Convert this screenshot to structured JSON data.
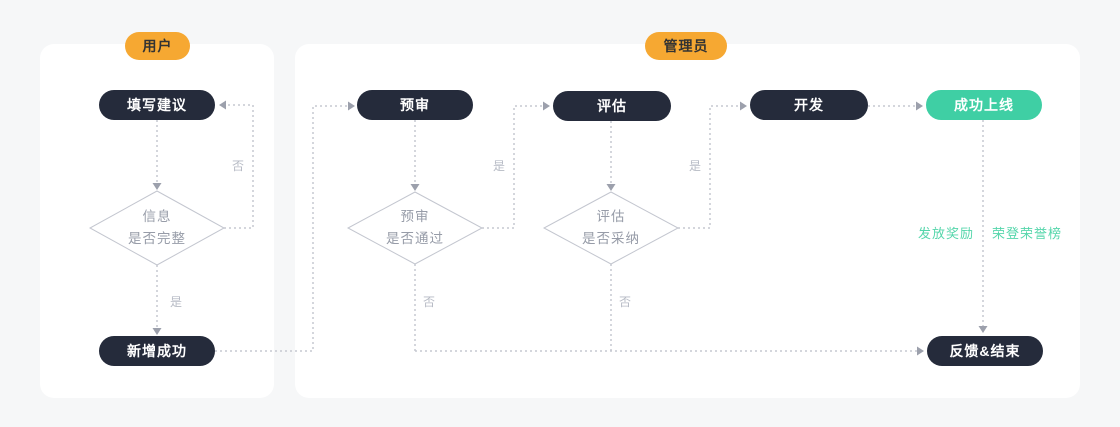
{
  "colors": {
    "background": "#F6F7F8",
    "card": "#FFFFFF",
    "node_dark": "#252B3B",
    "node_success": "#3FCFA4",
    "badge": "#F6A832",
    "connector": "#C5C8D0",
    "arrow": "#9CA0AC",
    "diamond_border": "#C3C6CF",
    "diamond_text": "#979CA8",
    "edge_label": "#B6BAC4",
    "success_label": "#55D6AB"
  },
  "lanes": {
    "user": {
      "badge": "用户"
    },
    "admin": {
      "badge": "管理员"
    }
  },
  "nodes": {
    "fill_suggestion": "填写建议",
    "add_success": "新增成功",
    "pre_review": "预审",
    "evaluate": "评估",
    "develop": "开发",
    "launch": "成功上线",
    "feedback_end": "反馈&结束"
  },
  "decisions": {
    "info": {
      "line1": "信息",
      "line2": "是否完整"
    },
    "review": {
      "line1": "预审",
      "line2": "是否通过"
    },
    "adopt": {
      "line1": "评估",
      "line2": "是否采纳"
    }
  },
  "edge_labels": {
    "info_no": "否",
    "info_yes": "是",
    "review_yes": "是",
    "review_no": "否",
    "adopt_yes": "是",
    "adopt_no": "否",
    "reward": "发放奖励",
    "honor_roll": "荣登荣誉榜"
  }
}
